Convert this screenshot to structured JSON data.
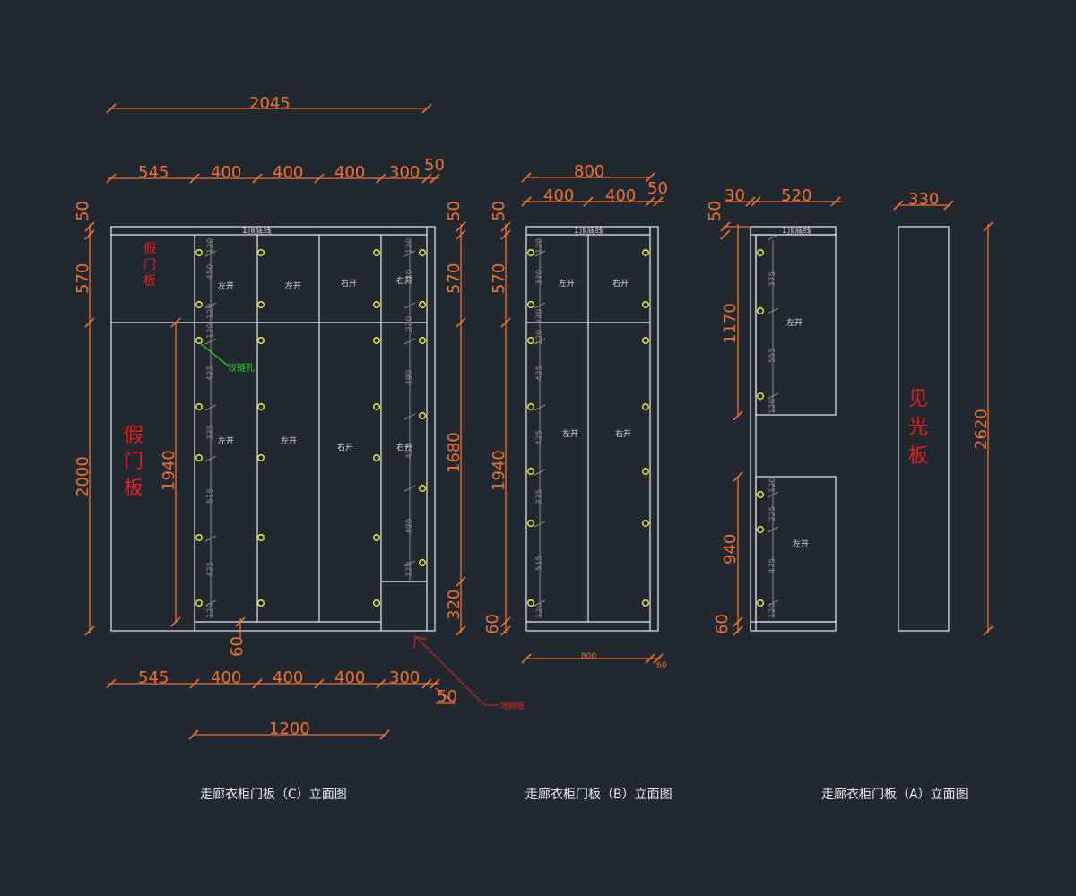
{
  "colors": {
    "background": "#212830",
    "outline": "#e8e8e8",
    "dimension": "#f07030",
    "hinge": "#ffff33",
    "red_label": "#e61e1e",
    "hinge_hole_label": "#22dd22"
  },
  "panel_c": {
    "caption": "走廊衣柜门板（C）立面图",
    "dims": {
      "total_width": "2045",
      "w545": "545",
      "w400a": "400",
      "w400b": "400",
      "w400c": "400",
      "w300": "300",
      "w50": "50",
      "left_top50": "50",
      "left570": "570",
      "left2000": "2000",
      "inner1940": "1940",
      "right_top50": "50",
      "right570": "570",
      "right1680": "1680",
      "right320": "320",
      "b545": "545",
      "b400a": "400",
      "b400b": "400",
      "b400c": "400",
      "b300": "300",
      "b50": "50",
      "bottom1200": "1200",
      "bottom60": "60"
    },
    "fake_door_top": "假门板",
    "fake_door_main": "假门板",
    "hinge_hole_label": "铰链孔",
    "kick_board_label": "地脚板",
    "top_strip_label": "1顶底线",
    "door_labels": {
      "d1": "左开",
      "d2": "左开",
      "d3": "右开",
      "d4": "右开",
      "d5": "左开",
      "d6": "左开",
      "d7": "右开",
      "d8": "右开"
    },
    "hinge_dims": {
      "h1": "120",
      "h2": "450",
      "h3": "120",
      "h4": "120",
      "h5": "425",
      "h6": "335",
      "h7": "515",
      "h8": "425",
      "h9": "120",
      "r1": "120",
      "r2": "330",
      "r3": "230",
      "r4": "490",
      "r5": "455",
      "r6": "490",
      "r7": "120"
    }
  },
  "panel_b": {
    "caption": "走廊衣柜门板（B）立面图",
    "dims": {
      "total800": "800",
      "w400a": "400",
      "w400b": "400",
      "w50": "50",
      "left50": "50",
      "left570": "570",
      "left1940": "1940",
      "left60": "60",
      "bottom800": "800",
      "bottom60": "60"
    },
    "top_strip_label": "1顶底线",
    "door_labels": {
      "d1": "左开",
      "d2": "右开",
      "d3": "左开",
      "d4": "右开"
    },
    "hinge_dims": {
      "h1": "120",
      "h2": "330",
      "h3": "230",
      "h4": "120",
      "h5": "425",
      "h6": "425",
      "h7": "335",
      "h8": "515",
      "h9": "120"
    }
  },
  "panel_a": {
    "caption": "走廊衣柜门板（A）立面图",
    "dims": {
      "w30": "30",
      "w520": "520",
      "left50": "50",
      "left1170": "1170",
      "left940": "940",
      "left60": "60"
    },
    "top_strip_label": "1顶底线",
    "door_labels": {
      "d1": "左开",
      "d2": "左开"
    },
    "hinge_dims": {
      "h1": "375",
      "h2": "555",
      "h3": "120",
      "h4": "120",
      "h5": "225",
      "h6": "475",
      "h7": "120"
    }
  },
  "side_panel": {
    "width": "330",
    "height": "2620",
    "label": "见光板"
  }
}
